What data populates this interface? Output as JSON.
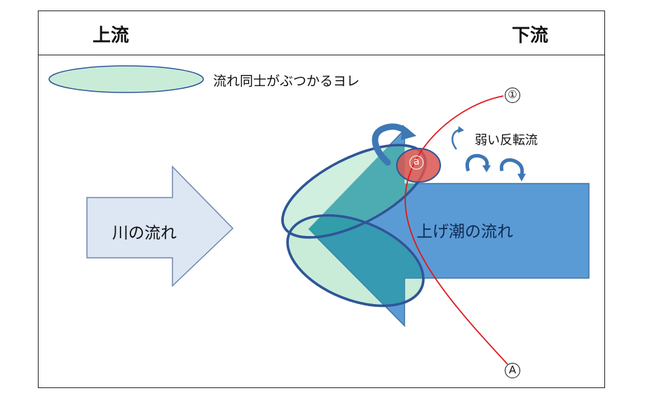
{
  "header": {
    "upstream": "上流",
    "downstream": "下流"
  },
  "legend": {
    "label": "流れ同士がぶつかるヨレ"
  },
  "labels": {
    "river_flow": "川の流れ",
    "rising_tide_flow": "上げ潮の流れ",
    "weak_reverse_flow": "弱い反転流"
  },
  "markers": {
    "circled_1": "①",
    "circled_A": "A",
    "circled_a": "a"
  },
  "colors": {
    "river_arrow_fill": "#dde6f3",
    "river_arrow_stroke": "#6f87ad",
    "tide_arrow_fill": "#5b9bd5",
    "tide_arrow_stroke": "#4173a8",
    "eddy_fill": "#c8ecd8",
    "eddy_stroke": "#2f5597",
    "overlap_fill": "#2a9aa6",
    "collision_fill": "#d9534f",
    "line_red": "#e0191e"
  }
}
